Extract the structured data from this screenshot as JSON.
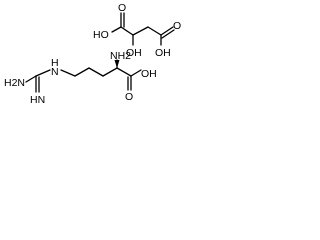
{
  "malic_acid": {
    "label_oh_left": "HO",
    "label_oh_middle": "OH",
    "label_oh_right": "OH",
    "label_o_left": "O",
    "label_o_right": "O"
  },
  "arginine": {
    "label_nh2_left": "H2N",
    "label_nh_imine": "HN",
    "label_nh_amine": "H",
    "label_n_amine": "N",
    "label_nh2_alpha": "NH2",
    "label_o_carbonyl": "O",
    "label_oh_acid": "OH"
  }
}
